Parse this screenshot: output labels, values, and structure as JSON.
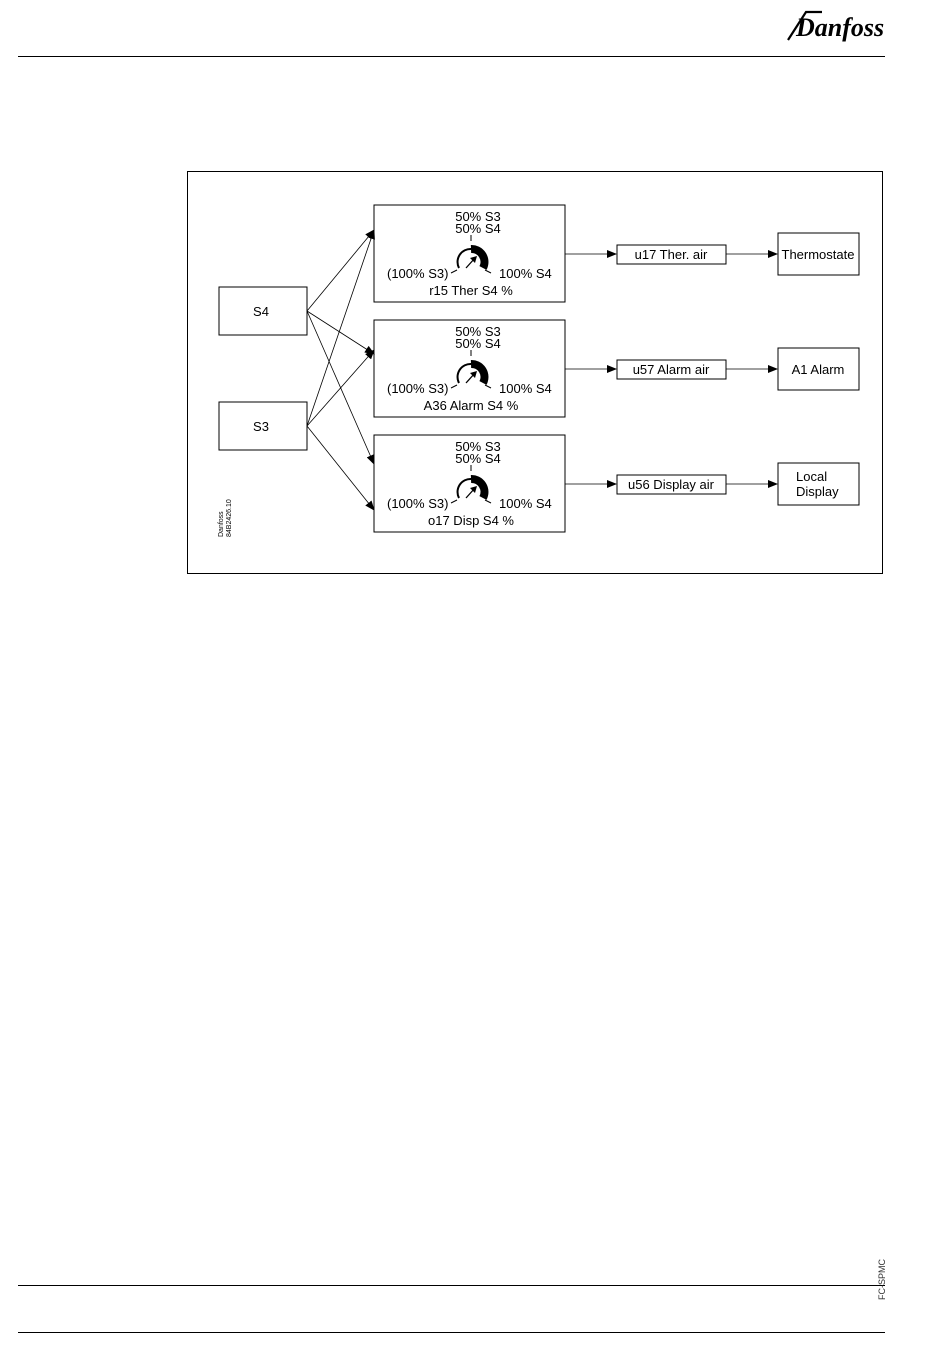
{
  "brand": {
    "logo_text": "Danfoss"
  },
  "footer": {
    "side_code": "FC-SPMC"
  },
  "diagram": {
    "drawing_ref": [
      "Danfoss",
      "84B2426.10"
    ],
    "inputs": [
      {
        "id": "s4",
        "label": "S4"
      },
      {
        "id": "s3",
        "label": "S3"
      }
    ],
    "mixers": [
      {
        "top_line1": "50% S3",
        "top_line2": "50% S4",
        "left": "(100% S3)",
        "right": "100% S4",
        "param": "r15 Ther S4 %",
        "output": "u17 Ther. air",
        "target": [
          "Thermostate"
        ]
      },
      {
        "top_line1": "50% S3",
        "top_line2": "50% S4",
        "left": "(100% S3)",
        "right": "100% S4",
        "param": "A36 Alarm S4 %",
        "output": "u57 Alarm air",
        "target": [
          "A1 Alarm"
        ]
      },
      {
        "top_line1": "50% S3",
        "top_line2": "50% S4",
        "left": "(100% S3)",
        "right": "100% S4",
        "param": "o17 Disp S4 %",
        "output": "u56 Display air",
        "target": [
          "Local",
          "Display"
        ]
      }
    ]
  }
}
